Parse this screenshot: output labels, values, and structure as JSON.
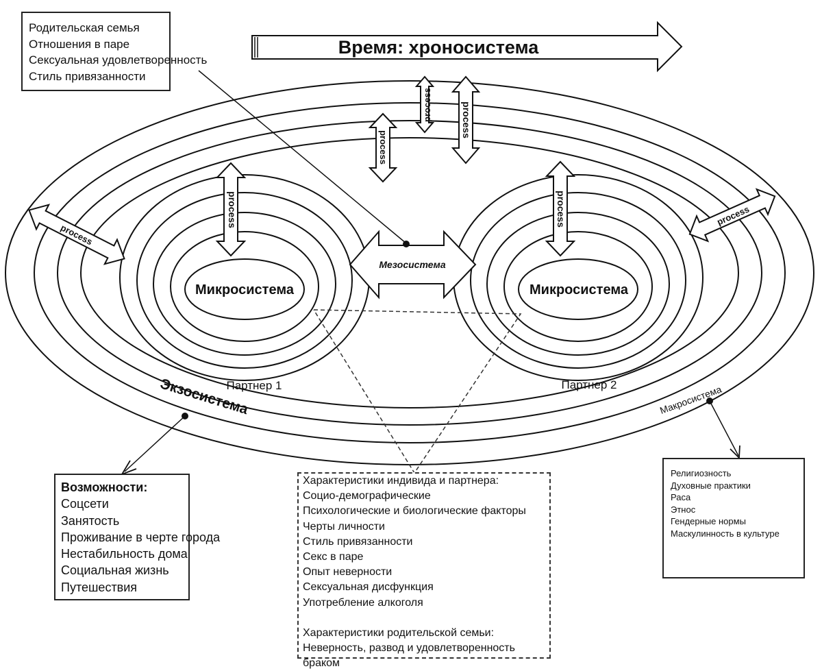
{
  "chronosystem": {
    "label": "Время: хроносистема"
  },
  "parent_family_box": {
    "items": [
      "Родительская семья",
      "Отношения в паре",
      "Сексуальная удовлетворенность",
      "Стиль привязанности"
    ]
  },
  "process_label": "process",
  "mesosystem_label": "Мезосистема",
  "microsystem_label": "Микросистема",
  "partner1_label": "Партнер 1",
  "partner2_label": "Партнер 2",
  "exosystem_label": "Экзосистема",
  "macrosystem_label": "Макросистема",
  "opportunities_box": {
    "heading": "Возможности:",
    "items": [
      "Соцсети",
      "Занятость",
      "Проживание в черте города",
      "Нестабильность дома",
      "Социальная жизнь",
      "Путешествия"
    ]
  },
  "individual_box": {
    "heading": "Характеристики индивида и партнера:",
    "items": [
      "Социо-демографические",
      "Психологические и биологические факторы",
      "Черты личности",
      "Стиль привязанности",
      "Секс в паре",
      "Опыт неверности",
      "Сексуальная дисфункция",
      "Употребление алкоголя"
    ],
    "family_heading": "Характеристики родительской семьи:",
    "family_items": [
      "Неверность, развод и удовлетворенность",
      "браком"
    ]
  },
  "macro_box": {
    "items": [
      "Религиозность",
      "Духовные практики",
      "Раса",
      "Этнос",
      "Гендерные нормы",
      "Маскулинность в культуре"
    ]
  }
}
